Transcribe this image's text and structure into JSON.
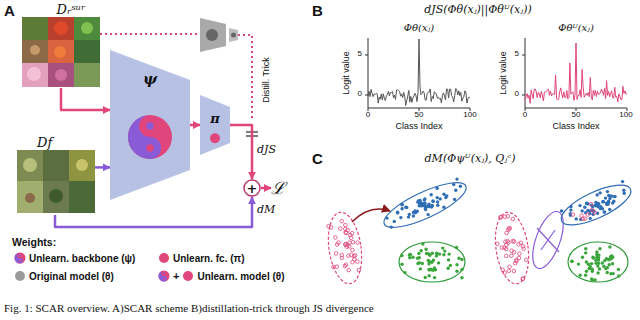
{
  "diagram": {
    "caption": "Fig. 1: SCAR overview. A)SCAR scheme B)distillation-trick through JS divergence",
    "nodes": [
      {
        "text": [
          "Dᵣˢᵘʳ"
        ]
      },
      {
        "text": [
          "ψ"
        ]
      },
      {
        "text": [
          "π"
        ]
      },
      {
        "text": [
          "Df"
        ]
      },
      {
        "text": [
          "+"
        ]
      },
      {
        "text": [
          "ℒ"
        ]
      }
    ],
    "edges": [
      {
        "from": 0,
        "to": 1,
        "arrow": "to"
      },
      {
        "from": 3,
        "to": 1,
        "arrow": "to"
      },
      {
        "from": 1,
        "to": 2,
        "arrow": "to"
      },
      {
        "from": 2,
        "to": 4,
        "arrow": "to",
        "label": "dJS"
      },
      {
        "from": 3,
        "to": 4,
        "arrow": "to",
        "label": "dM"
      },
      {
        "from": 4,
        "to": 5,
        "arrow": "to"
      }
    ],
    "labels": [
      "A",
      "Distill. Trick",
      "Weights:",
      "+",
      "B",
      "dJS(Φθ(xⱼ)||Φθᵁ(xⱼ))",
      "Φθ(xⱼ)",
      "Logit value",
      "0",
      "5",
      "0",
      "50",
      "100",
      "Class Index",
      "Φθᵁ(xⱼ)",
      "Logit value",
      "0",
      "5",
      "0",
      "50",
      "100",
      "Class Index",
      "C",
      "dM(Φψᵁ(xⱼ), Qⱼᶜ)"
    ],
    "legend": [
      {
        "text": "Unlearn. backbone (ψ)"
      },
      {
        "text": "Unlearn. fc. (π)"
      },
      {
        "text": "Original model (θ)"
      },
      {
        "text": "Unlearn. model (θ)"
      }
    ]
  }
}
